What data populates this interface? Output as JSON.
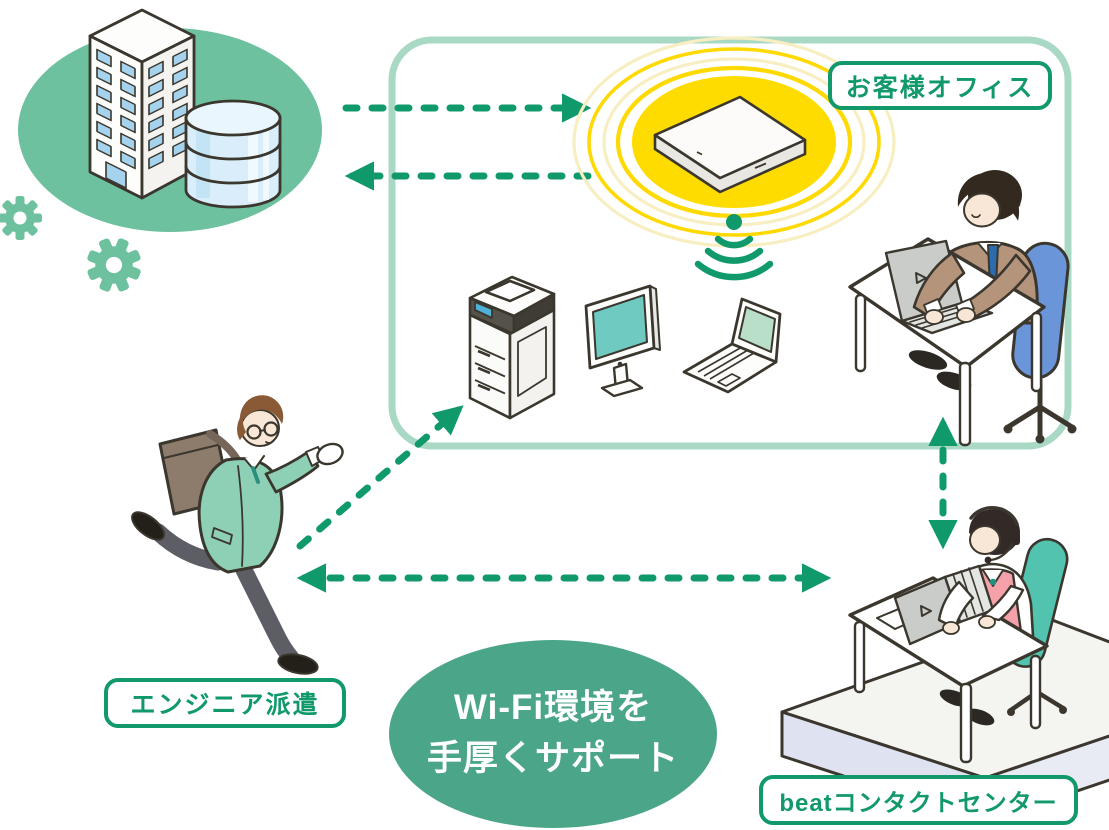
{
  "diagram": {
    "title_bubble": {
      "line1": "Wi-Fi環境を",
      "line2": "手厚くサポート"
    },
    "labels": {
      "customer_office": "お客様オフィス",
      "engineer_dispatch": "エンジニア派遣",
      "contact_center": "beatコンタクトセンター"
    },
    "icons": {
      "datacenter": "building-and-database-icon",
      "gears": "gear-icon",
      "router": "wifi-router-icon",
      "signal": "wifi-signal-down-icon",
      "copier": "copier-printer-icon",
      "monitor": "desktop-monitor-icon",
      "laptop": "laptop-icon",
      "office_worker": "person-at-desk-illustration",
      "engineer": "running-engineer-illustration",
      "operator": "headset-operator-illustration"
    },
    "colors": {
      "accent_green": "#12996b",
      "mint_green": "#6dc19e",
      "bubble_green": "#4ba589",
      "arrow_green": "#109a6c",
      "office_box_border": "#a9d8c5",
      "wifi_yellow": "#ffdc00",
      "outline": "#3b372e"
    }
  }
}
